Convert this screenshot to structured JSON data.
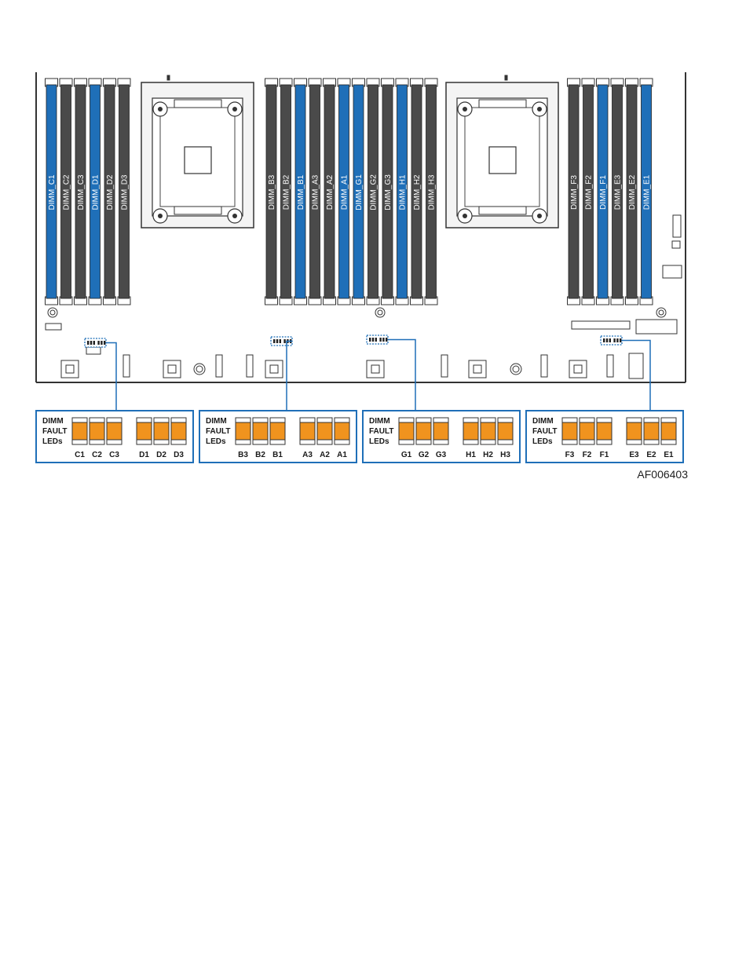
{
  "figure_id": "AF006403",
  "colors": {
    "populated_slot": "#1f6fb8",
    "empty_slot": "#4a4a4a",
    "led": "#f0931e",
    "callout": "#1f6fb8",
    "board_outline": "#333333"
  },
  "dimm_banks": [
    {
      "slots": [
        {
          "label": "DIMM_C1",
          "color": "blue"
        },
        {
          "label": "DIMM_C2",
          "color": "gray"
        },
        {
          "label": "DIMM_C3",
          "color": "gray"
        },
        {
          "label": "DIMM_D1",
          "color": "blue"
        },
        {
          "label": "DIMM_D2",
          "color": "gray"
        },
        {
          "label": "DIMM_D3",
          "color": "gray"
        }
      ]
    },
    {
      "slots": [
        {
          "label": "DIMM_B3",
          "color": "gray"
        },
        {
          "label": "DIMM_B2",
          "color": "gray"
        },
        {
          "label": "DIMM_B1",
          "color": "blue"
        },
        {
          "label": "DIMM_A3",
          "color": "gray"
        },
        {
          "label": "DIMM_A2",
          "color": "gray"
        },
        {
          "label": "DIMM_A1",
          "color": "blue"
        },
        {
          "label": "DIMM_G1",
          "color": "blue"
        },
        {
          "label": "DIMM_G2",
          "color": "gray"
        },
        {
          "label": "DIMM_G3",
          "color": "gray"
        },
        {
          "label": "DIMM_H1",
          "color": "blue"
        },
        {
          "label": "DIMM_H2",
          "color": "gray"
        },
        {
          "label": "DIMM_H3",
          "color": "gray"
        }
      ]
    },
    {
      "slots": [
        {
          "label": "DIMM_F3",
          "color": "gray"
        },
        {
          "label": "DIMM_F2",
          "color": "gray"
        },
        {
          "label": "DIMM_F1",
          "color": "blue"
        },
        {
          "label": "DIMM_E3",
          "color": "gray"
        },
        {
          "label": "DIMM_E2",
          "color": "gray"
        },
        {
          "label": "DIMM_E1",
          "color": "blue"
        }
      ]
    }
  ],
  "led_groups": [
    {
      "title": [
        "DIMM",
        "FAULT",
        "LEDs"
      ],
      "labels_left": [
        "C1",
        "C2",
        "C3"
      ],
      "labels_right": [
        "D1",
        "D2",
        "D3"
      ]
    },
    {
      "title": [
        "DIMM",
        "FAULT",
        "LEDs"
      ],
      "labels_left": [
        "B3",
        "B2",
        "B1"
      ],
      "labels_right": [
        "A3",
        "A2",
        "A1"
      ]
    },
    {
      "title": [
        "DIMM",
        "FAULT",
        "LEDs"
      ],
      "labels_left": [
        "G1",
        "G2",
        "G3"
      ],
      "labels_right": [
        "H1",
        "H2",
        "H3"
      ]
    },
    {
      "title": [
        "DIMM",
        "FAULT",
        "LEDs"
      ],
      "labels_left": [
        "F3",
        "F2",
        "F1"
      ],
      "labels_right": [
        "E3",
        "E2",
        "E1"
      ]
    }
  ]
}
